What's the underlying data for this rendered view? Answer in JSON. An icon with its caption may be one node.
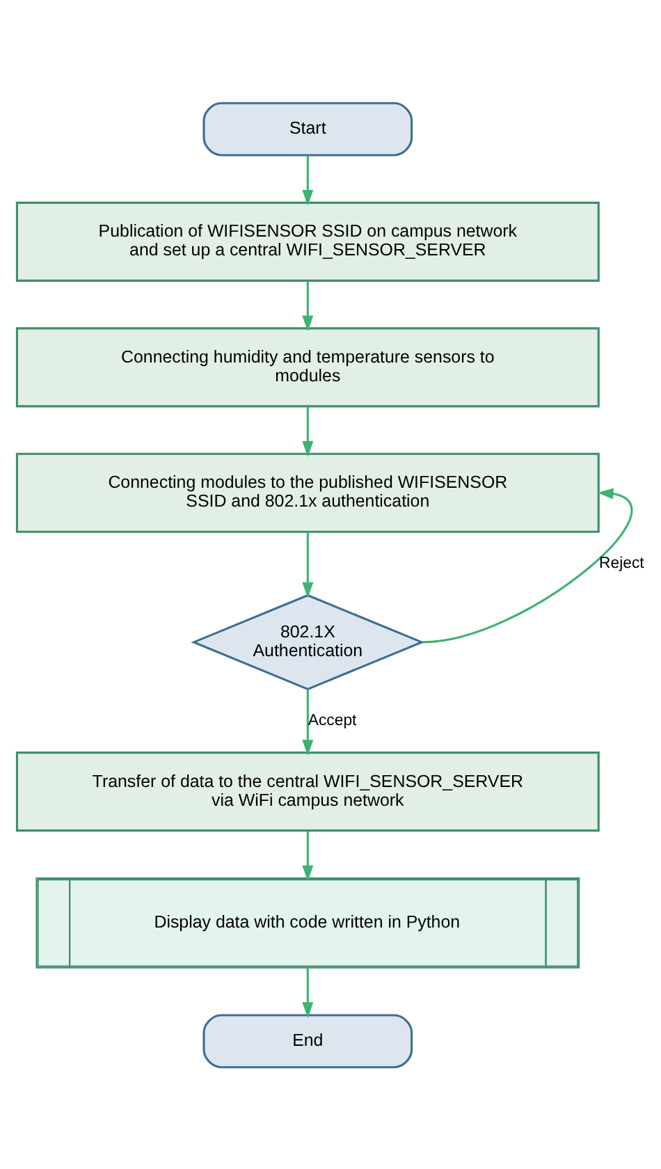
{
  "diagram": {
    "nodes": [
      {
        "text": [
          "Start"
        ]
      },
      {
        "text": [
          "Publication of WIFISENSOR SSID on campus network and set up a central WIFI_SENSOR_SERVER"
        ]
      },
      {
        "text": [
          "Connecting humidity and temperature sensors to modules"
        ]
      },
      {
        "text": [
          "Connecting modules to the published WIFISENSOR SSID and 802.1x authentication"
        ]
      },
      {
        "text": [
          "802.1X Authentication"
        ]
      },
      {
        "text": [
          "Transfer of data to the central WIFI_SENSOR_SERVER via WiFi campus network"
        ]
      },
      {
        "text": [
          "Display data with code written in Python"
        ]
      },
      {
        "text": [
          "End"
        ]
      }
    ],
    "edges": [
      {
        "from": 0,
        "to": 1,
        "arrow": "to"
      },
      {
        "from": 1,
        "to": 2,
        "arrow": "to"
      },
      {
        "from": 2,
        "to": 3,
        "arrow": "to"
      },
      {
        "from": 3,
        "to": 4,
        "arrow": "to"
      },
      {
        "from": 4,
        "to": 3,
        "label": "Reject",
        "arrow": "to"
      },
      {
        "from": 4,
        "to": 5,
        "label": "Accept",
        "arrow": "to"
      },
      {
        "from": 5,
        "to": 6,
        "arrow": "to"
      },
      {
        "from": 6,
        "to": 7,
        "arrow": "to"
      }
    ]
  }
}
